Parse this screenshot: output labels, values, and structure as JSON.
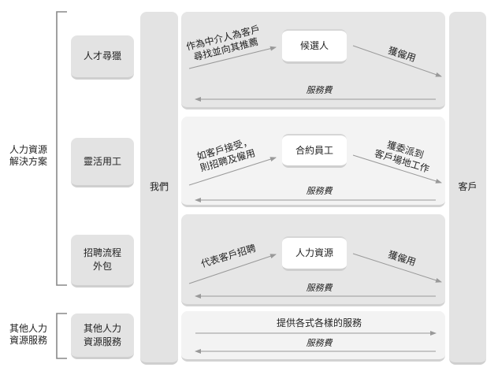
{
  "left_labels": {
    "solutions": "人力資源\n解決方案",
    "solutions_l1": "人力資源",
    "solutions_l2": "解決方案",
    "other_l1": "其他人力",
    "other_l2": "資源服務"
  },
  "services": [
    {
      "label": "人才尋獵"
    },
    {
      "label": "靈活用工"
    },
    {
      "label_l1": "招聘流程",
      "label_l2": "外包"
    },
    {
      "label_l1": "其他人力",
      "label_l2": "資源服務"
    }
  ],
  "us": "我們",
  "client": "客戶",
  "rows": [
    {
      "left_l1": "作為中介人為客戶",
      "left_l2": "尋找並向其推薦",
      "center": "候選人",
      "right_l1": "獲僱用",
      "fee": "服務費"
    },
    {
      "left_l1": "如客戶接受，",
      "left_l2": "則招聘及僱用",
      "center": "合約員工",
      "right_l1": "獲委派到",
      "right_l2": "客戶場地工作",
      "fee": "服務費"
    },
    {
      "left_l1": "代表客戶招聘",
      "center": "人力資源",
      "right_l1": "獲僱用",
      "fee": "服務費"
    },
    {
      "top": "提供各式各樣的服務",
      "fee": "服務費"
    }
  ]
}
